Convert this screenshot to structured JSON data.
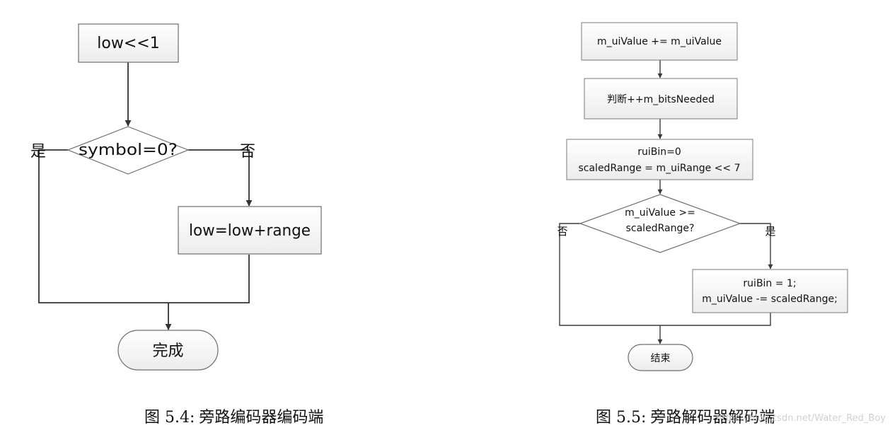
{
  "left": {
    "step1": "low<<1",
    "decision": "symbol=0?",
    "yes_label": "是",
    "no_label": "否",
    "step2": "low=low+range",
    "end": "完成",
    "caption_prefix": "图 5.4:",
    "caption_text": "旁路编码器编码端"
  },
  "right": {
    "step1": "m_uiValue += m_uiValue",
    "step2": "判断++m_bitsNeeded",
    "step3_line1": "ruiBin=0",
    "step3_line2": "scaledRange = m_uiRange << 7",
    "decision_line1": "m_uiValue >=",
    "decision_line2": "scaledRange?",
    "no_label": "否",
    "yes_label": "是",
    "step4_line1": "ruiBin = 1;",
    "step4_line2": "m_uiValue -= scaledRange;",
    "end": "结束",
    "caption_prefix": "图 5.5:",
    "caption_text": "旁路解码器解码端"
  },
  "watermark": "https://blog.csdn.net/Water_Red_Boy"
}
